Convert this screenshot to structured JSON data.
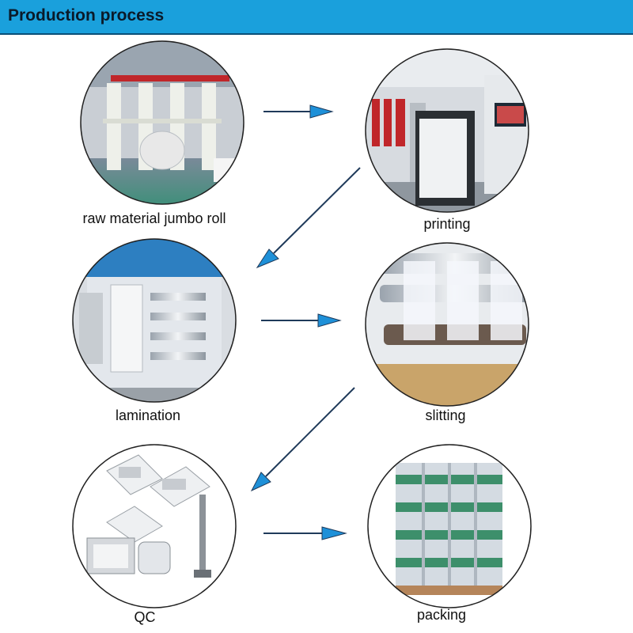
{
  "header": {
    "title": "Production process"
  },
  "steps": [
    {
      "label": "raw material jumbo roll"
    },
    {
      "label": "printing"
    },
    {
      "label": "lamination"
    },
    {
      "label": "slitting"
    },
    {
      "label": "QC"
    },
    {
      "label": "packing"
    }
  ],
  "colors": {
    "header_bg": "#1aa0dc",
    "arrow_line": "#1f3a5a",
    "arrow_head": "#1e90d8",
    "circle_border": "#222222"
  }
}
